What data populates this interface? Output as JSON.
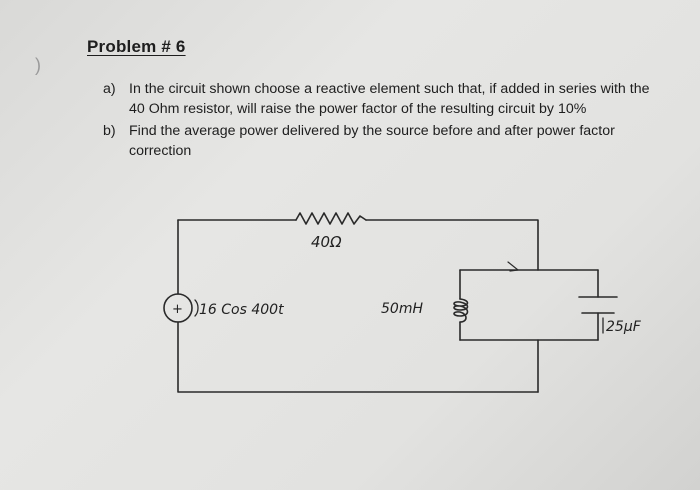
{
  "problem": {
    "title": "Problem # 6",
    "parts": [
      {
        "label": "a)",
        "text": "In the circuit shown choose a reactive element such that, if added in series with the 40 Ohm resistor, will raise the power factor of the resulting circuit by 10%"
      },
      {
        "label": "b)",
        "text": "Find the average power delivered by the source before and after power factor correction"
      }
    ]
  },
  "circuit": {
    "source_label": "16 Cos 400t",
    "source_sign": "+",
    "resistor_label": "40Ω",
    "inductor_label": "50mH",
    "capacitor_label": "25μF"
  }
}
